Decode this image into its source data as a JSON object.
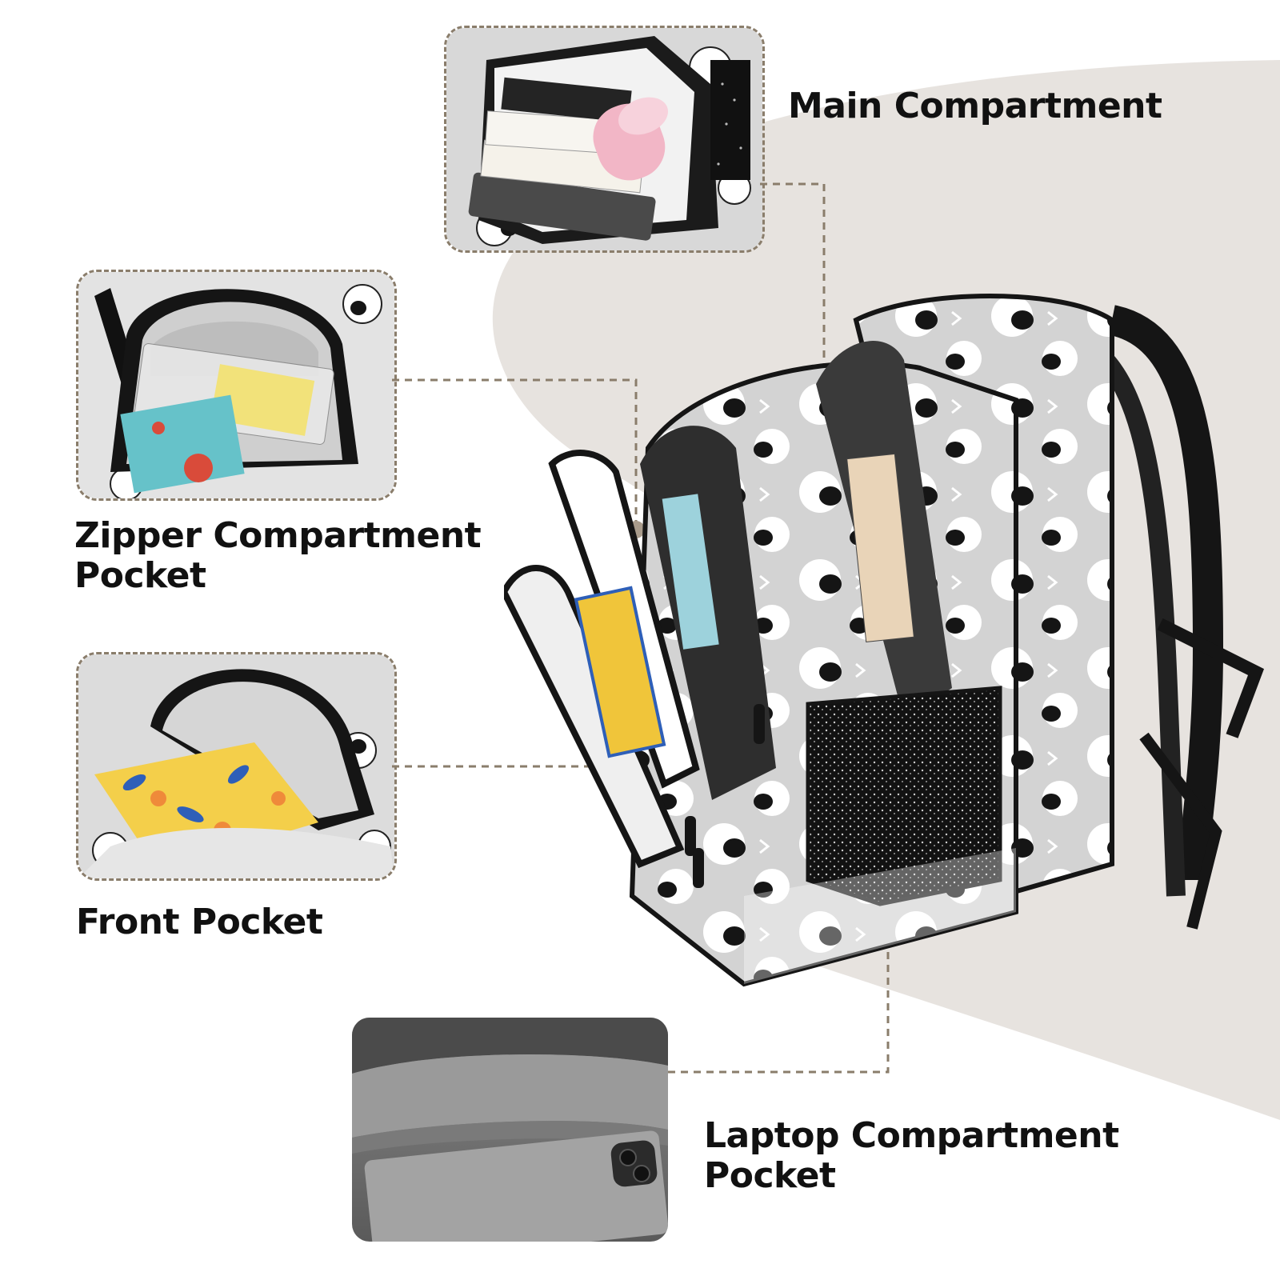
{
  "labels": {
    "main_compartment": "Main Compartment",
    "zipper_compartment": [
      "Zipper Compartment",
      "Pocket"
    ],
    "front_pocket": "Front Pocket",
    "laptop_compartment": [
      "Laptop Compartment",
      "Pocket"
    ]
  },
  "colors": {
    "background": "#ffffff",
    "background_shape": "#e7e3df",
    "dashed_line": "#8a7d6b",
    "connector_dot": "#a99c8c",
    "label_text": "#111111",
    "fabric_gray": "#d6d6d6",
    "sheep_black": "#151515",
    "sheep_white": "#ffffff"
  },
  "images": {
    "main_compartment": "open-main-compartment-with-books-and-cup",
    "zipper_compartment": "open-zipper-pocket-with-notebooks-and-pens",
    "front_pocket": "open-front-pocket-with-notebooks",
    "laptop_compartment": "laptop-sleeve-with-tablet",
    "product": "sheep-print-backpack-side-view"
  }
}
